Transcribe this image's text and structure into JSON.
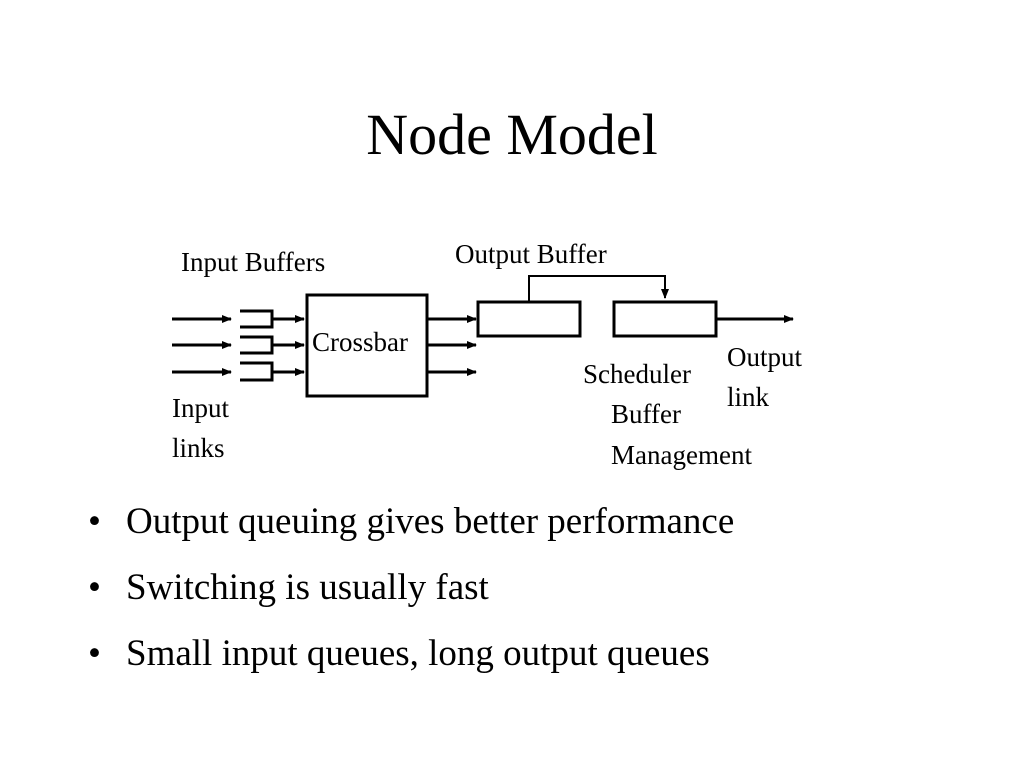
{
  "slide": {
    "title": "Node Model",
    "bullet_symbol": "•",
    "bullets": [
      "Output queuing gives better performance",
      "Switching is usually fast",
      "Small input queues, long output queues"
    ]
  },
  "diagram": {
    "input_buffers_label": "Input Buffers",
    "output_buffer_label": "Output Buffer",
    "crossbar_label": "Crossbar",
    "input_links_line1": "Input",
    "input_links_line2": "links",
    "output_link_line1": "Output",
    "output_link_line2": "link",
    "scheduler_line1": "Scheduler",
    "scheduler_line2": "Buffer",
    "scheduler_line3": "Management"
  }
}
